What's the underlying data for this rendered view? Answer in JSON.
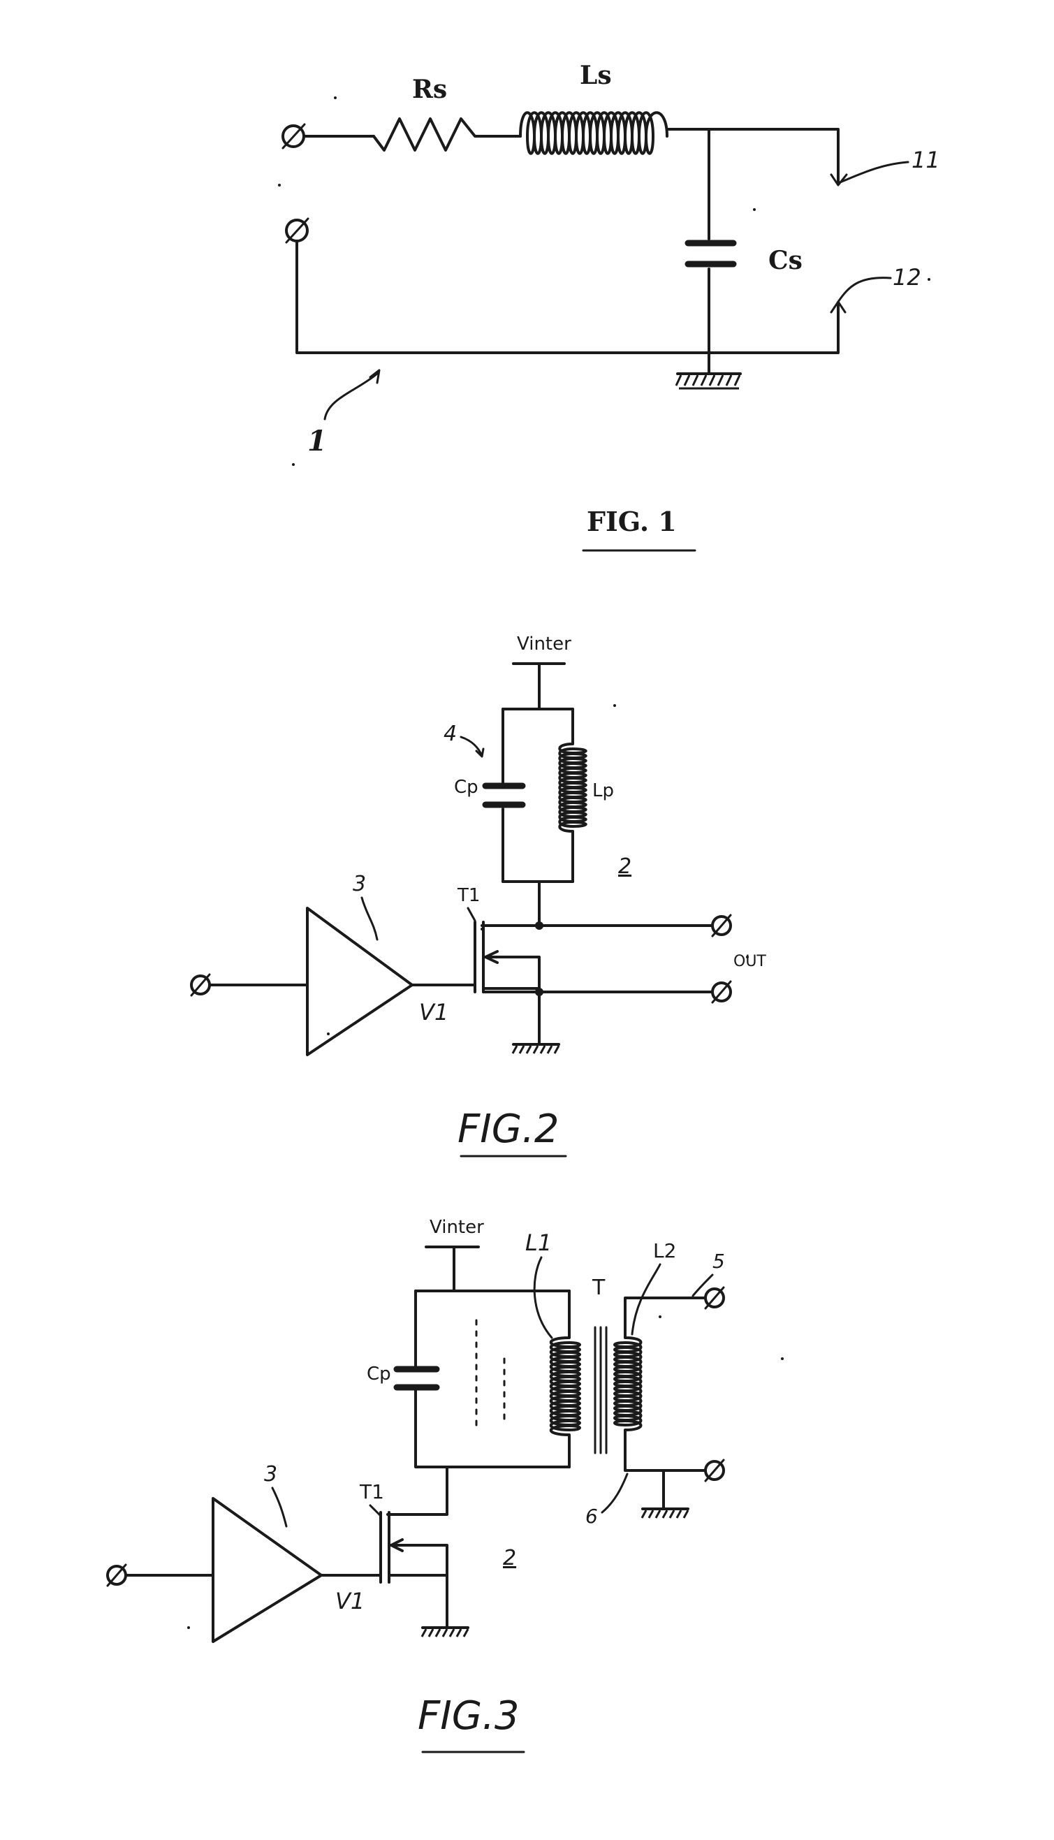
{
  "fig1": {
    "caption": "FIG. 1",
    "resistor_label": "Rs",
    "inductor_label": "Ls",
    "capacitor_label": "Cs",
    "ref_circuit": "1",
    "ref_terminal_a": "11",
    "ref_terminal_b": "12"
  },
  "fig2": {
    "caption": "FIG.2",
    "supply_label": "Vinter",
    "capacitor_label": "Cp",
    "inductor_label": "Lp",
    "ref_tank": "4",
    "ref_stage": "2",
    "ref_amplifier": "3",
    "transistor_label": "T1",
    "drive_label": "V1",
    "output_label": "OUT"
  },
  "fig3": {
    "caption": "FIG.3",
    "supply_label": "Vinter",
    "capacitor_label": "Cp",
    "primary_label": "L1",
    "secondary_label": "L2",
    "transformer_label": "T",
    "ref_output": "5",
    "ref_ground": "6",
    "ref_stage": "2",
    "ref_amplifier": "3",
    "transistor_label": "T1",
    "drive_label": "V1"
  }
}
